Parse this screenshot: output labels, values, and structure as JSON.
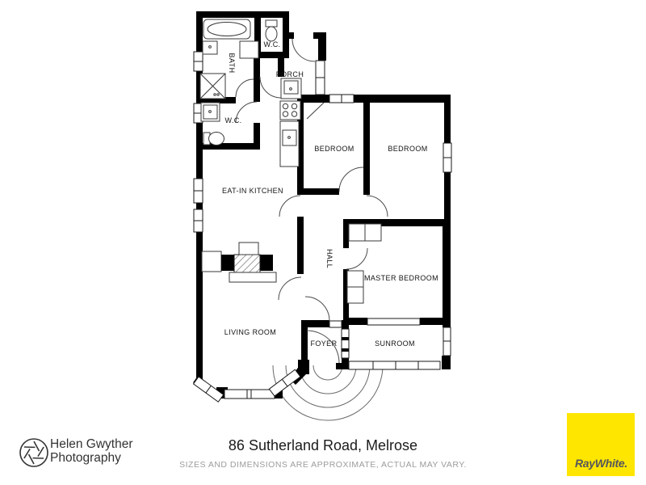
{
  "floorplan": {
    "rooms": [
      {
        "id": "bath",
        "label": "BATH"
      },
      {
        "id": "wc-top",
        "label": "W.C."
      },
      {
        "id": "porch",
        "label": "PORCH"
      },
      {
        "id": "wc-lower",
        "label": "W.C."
      },
      {
        "id": "bedroom-1",
        "label": "BEDROOM"
      },
      {
        "id": "bedroom-2",
        "label": "BEDROOM"
      },
      {
        "id": "eat-in-kitchen",
        "label": "EAT-IN KITCHEN"
      },
      {
        "id": "hall",
        "label": "HALL"
      },
      {
        "id": "master-bedroom",
        "label": "MASTER BEDROOM"
      },
      {
        "id": "living-room",
        "label": "LIVING ROOM"
      },
      {
        "id": "foyer",
        "label": "FOYER"
      },
      {
        "id": "sunroom",
        "label": "SUNROOM"
      }
    ],
    "fixtures": [
      "bathtub",
      "shower",
      "toilet",
      "sink",
      "laundry-trough",
      "stove",
      "kitchen-counter",
      "fireplace",
      "wardrobe",
      "bay-window",
      "entry-steps"
    ],
    "colors": {
      "walls": "#000000",
      "background": "#FFFFFF",
      "fixture_line": "#3A3A3A"
    }
  },
  "footer": {
    "photographer": {
      "name_line1": "Helen Gwyther",
      "name_line2": "Photography",
      "icon": "camera-aperture-icon"
    },
    "address": "86 Sutherland Road, Melrose",
    "disclaimer": "SIZES AND DIMENSIONS ARE APPROXIMATE, ACTUAL MAY VARY.",
    "agency": {
      "name": "RayWhite.",
      "brand_color": "#FFE600",
      "text_color": "#54565B"
    }
  }
}
